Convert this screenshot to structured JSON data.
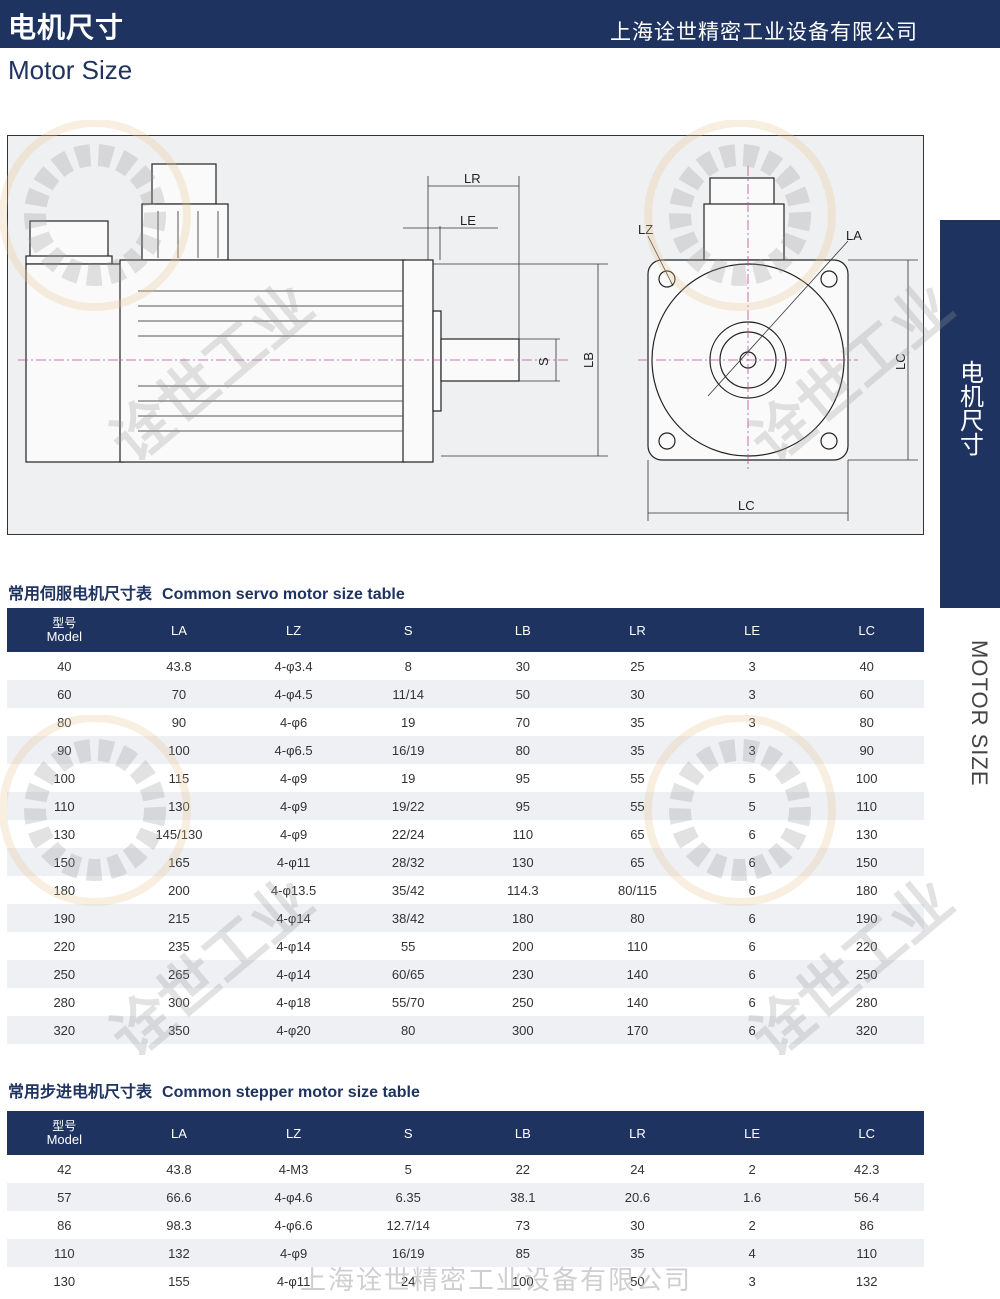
{
  "header": {
    "title_cn": "电机尺寸",
    "company": "上海诠世精密工业设备有限公司",
    "title_en": "Motor Size"
  },
  "side_tab": {
    "label_cn": "电机尺寸",
    "label_en": "MOTOR SIZE"
  },
  "drawing": {
    "labels": {
      "lr": "LR",
      "le": "LE",
      "s": "S",
      "lb": "LB",
      "lz": "LZ",
      "la": "LA",
      "lc_right": "LC",
      "lc_bottom": "LC"
    }
  },
  "watermark": {
    "text": "诠世工业",
    "bottom_text": "上海诠世精密工业设备有限公司"
  },
  "servo": {
    "title_cn": "常用伺服电机尺寸表",
    "title_en": "Common servo motor size table",
    "header_model_cn": "型号",
    "header_model_en": "Model",
    "columns": [
      "LA",
      "LZ",
      "S",
      "LB",
      "LR",
      "LE",
      "LC"
    ],
    "rows": [
      [
        "40",
        "43.8",
        "4-φ3.4",
        "8",
        "30",
        "25",
        "3",
        "40"
      ],
      [
        "60",
        "70",
        "4-φ4.5",
        "11/14",
        "50",
        "30",
        "3",
        "60"
      ],
      [
        "80",
        "90",
        "4-φ6",
        "19",
        "70",
        "35",
        "3",
        "80"
      ],
      [
        "90",
        "100",
        "4-φ6.5",
        "16/19",
        "80",
        "35",
        "3",
        "90"
      ],
      [
        "100",
        "115",
        "4-φ9",
        "19",
        "95",
        "55",
        "5",
        "100"
      ],
      [
        "110",
        "130",
        "4-φ9",
        "19/22",
        "95",
        "55",
        "5",
        "110"
      ],
      [
        "130",
        "145/130",
        "4-φ9",
        "22/24",
        "110",
        "65",
        "6",
        "130"
      ],
      [
        "150",
        "165",
        "4-φ11",
        "28/32",
        "130",
        "65",
        "6",
        "150"
      ],
      [
        "180",
        "200",
        "4-φ13.5",
        "35/42",
        "114.3",
        "80/115",
        "6",
        "180"
      ],
      [
        "190",
        "215",
        "4-φ14",
        "38/42",
        "180",
        "80",
        "6",
        "190"
      ],
      [
        "220",
        "235",
        "4-φ14",
        "55",
        "200",
        "110",
        "6",
        "220"
      ],
      [
        "250",
        "265",
        "4-φ14",
        "60/65",
        "230",
        "140",
        "6",
        "250"
      ],
      [
        "280",
        "300",
        "4-φ18",
        "55/70",
        "250",
        "140",
        "6",
        "280"
      ],
      [
        "320",
        "350",
        "4-φ20",
        "80",
        "300",
        "170",
        "6",
        "320"
      ]
    ]
  },
  "stepper": {
    "title_cn": "常用步进电机尺寸表",
    "title_en": "Common stepper motor size table",
    "header_model_cn": "型号",
    "header_model_en": "Model",
    "columns": [
      "LA",
      "LZ",
      "S",
      "LB",
      "LR",
      "LE",
      "LC"
    ],
    "rows": [
      [
        "42",
        "43.8",
        "4-M3",
        "5",
        "22",
        "24",
        "2",
        "42.3"
      ],
      [
        "57",
        "66.6",
        "4-φ4.6",
        "6.35",
        "38.1",
        "20.6",
        "1.6",
        "56.4"
      ],
      [
        "86",
        "98.3",
        "4-φ6.6",
        "12.7/14",
        "73",
        "30",
        "2",
        "86"
      ],
      [
        "110",
        "132",
        "4-φ9",
        "16/19",
        "85",
        "35",
        "4",
        "110"
      ],
      [
        "130",
        "155",
        "4-φ11",
        "24",
        "100",
        "50",
        "3",
        "132"
      ]
    ]
  },
  "colors": {
    "brand_navy": "#1f3360",
    "stripe": "#eef0f4",
    "watermark_gear": "#9a9a9a",
    "watermark_ring": "#e9c891"
  }
}
